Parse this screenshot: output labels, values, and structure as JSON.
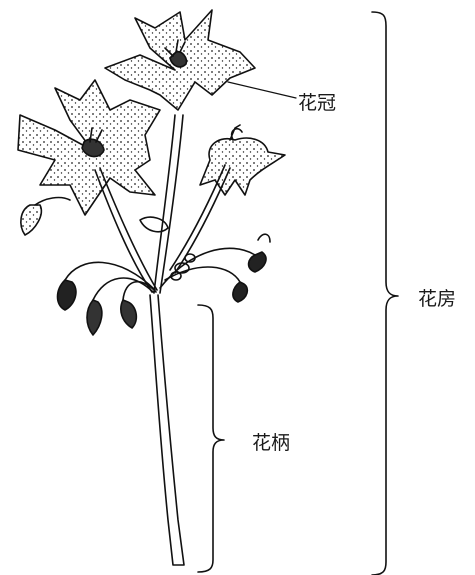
{
  "labels": {
    "corolla": "花冠",
    "raceme": "花房",
    "peduncle": "花柄"
  }
}
